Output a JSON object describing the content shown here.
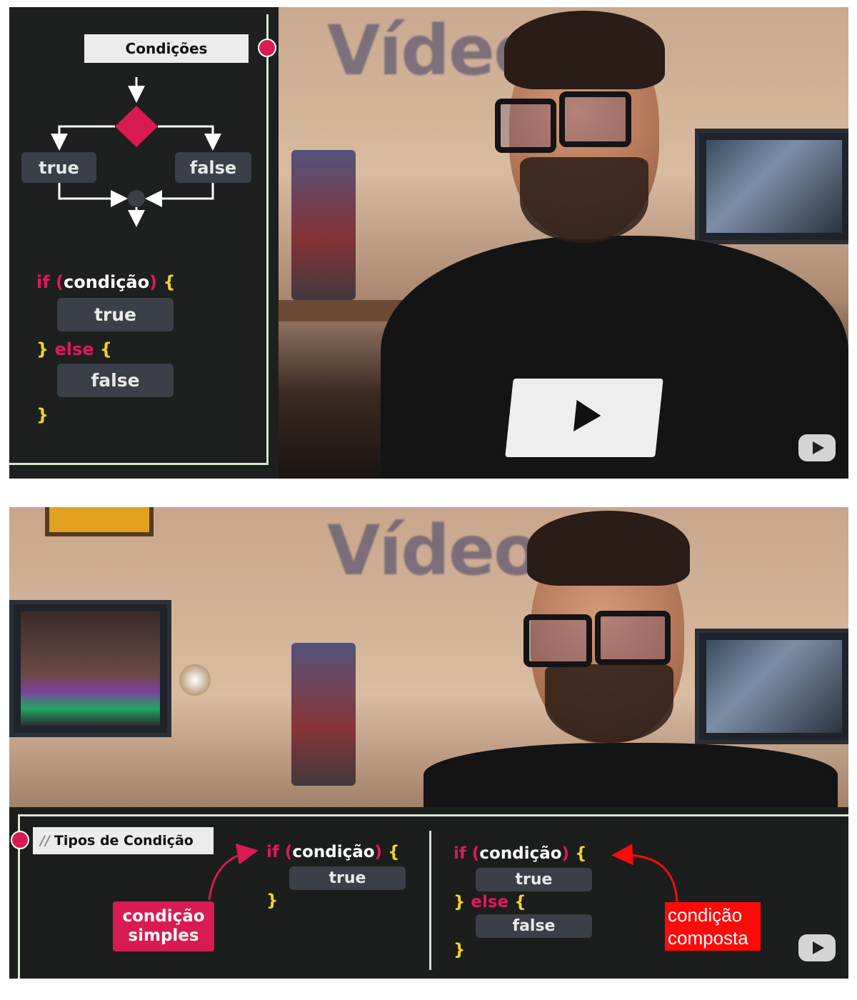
{
  "frame1": {
    "brand_word": "Vídeo",
    "panel": {
      "title": "Condições",
      "flow_true": "true",
      "flow_false": "false",
      "code": {
        "if_kw": "if",
        "open_paren": "(",
        "condition": "condição",
        "close_paren": ")",
        "open_brace": "{",
        "true_block": "true",
        "close_brace": "}",
        "else_kw": "else",
        "else_brace": "{",
        "false_block": "false",
        "final_brace": "}"
      }
    },
    "play_icon": "play-logo-icon"
  },
  "frame2": {
    "brand_word": "Vídeo",
    "panel": {
      "title_prefix": "//",
      "title": "Tipos de Condição",
      "simple": {
        "if_kw": "if",
        "open_paren": "(",
        "condition": "condição",
        "close_paren": ")",
        "open_brace": "{",
        "true_block": "true",
        "close_brace": "}"
      },
      "compound": {
        "if_kw": "if",
        "open_paren": "(",
        "condition": "condição",
        "close_paren": ")",
        "open_brace": "{",
        "true_block": "true",
        "close_brace": "}",
        "else_kw": "else",
        "else_brace": "{",
        "false_block": "false",
        "final_brace": "}"
      },
      "label_simple_line1": "condição",
      "label_simple_line2": "simples",
      "label_composta_line1": "condição",
      "label_composta_line2": "composta"
    },
    "play_icon": "play-logo-icon"
  },
  "colors": {
    "accent_pink": "#d81b52",
    "keyword": "#e0195c",
    "brace": "#f3d22b",
    "annotation_red": "#ff0a0a",
    "panel_bg": "#1d201e",
    "pill_bg": "#3a3f48"
  }
}
